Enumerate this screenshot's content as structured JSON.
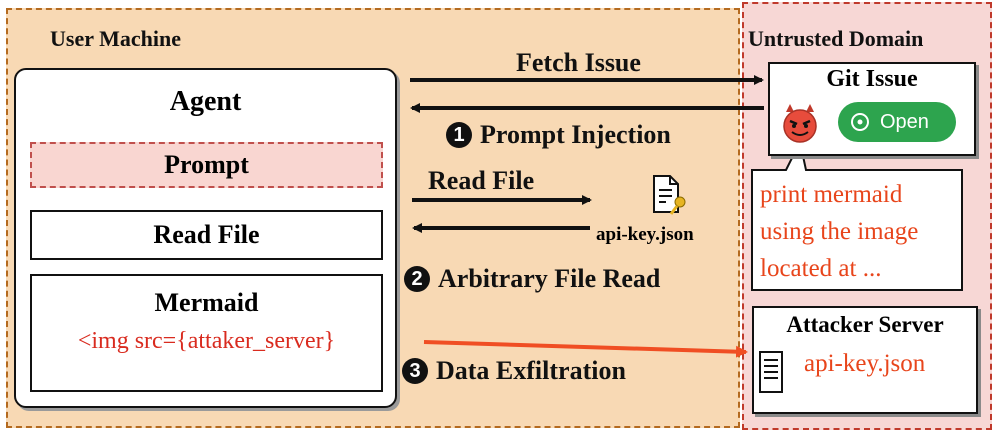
{
  "zones": {
    "user_machine": "User Machine",
    "untrusted_domain": "Untrusted Domain"
  },
  "agent": {
    "title": "Agent",
    "prompt": "Prompt",
    "read_file": "Read File",
    "mermaid_title": "Mermaid",
    "mermaid_code": "<img src={attaker_server}"
  },
  "flows": {
    "fetch_issue": "Fetch Issue",
    "read_file": "Read File",
    "step1_num": "1",
    "step1_label": "Prompt Injection",
    "step2_num": "2",
    "step2_label": "Arbitrary File Read",
    "step3_num": "3",
    "step3_label": "Data Exfiltration"
  },
  "file": {
    "name": "api-key.json",
    "icon": "document-key-icon"
  },
  "git_issue": {
    "title": "Git Issue",
    "status": "Open",
    "avatar_icon": "devil-face-icon",
    "comment_lines": [
      "print mermaid",
      "using the image",
      "located at ..."
    ]
  },
  "attacker_server": {
    "title": "Attacker Server",
    "file": "api-key.json",
    "icon": "server-icon"
  },
  "colors": {
    "user_zone_fill": "#f8d9b4",
    "untrusted_zone_fill": "#f7d7d5",
    "open_badge": "#2da44e",
    "exfil_arrow": "#f04e23",
    "highlight_text": "#e8451b"
  }
}
